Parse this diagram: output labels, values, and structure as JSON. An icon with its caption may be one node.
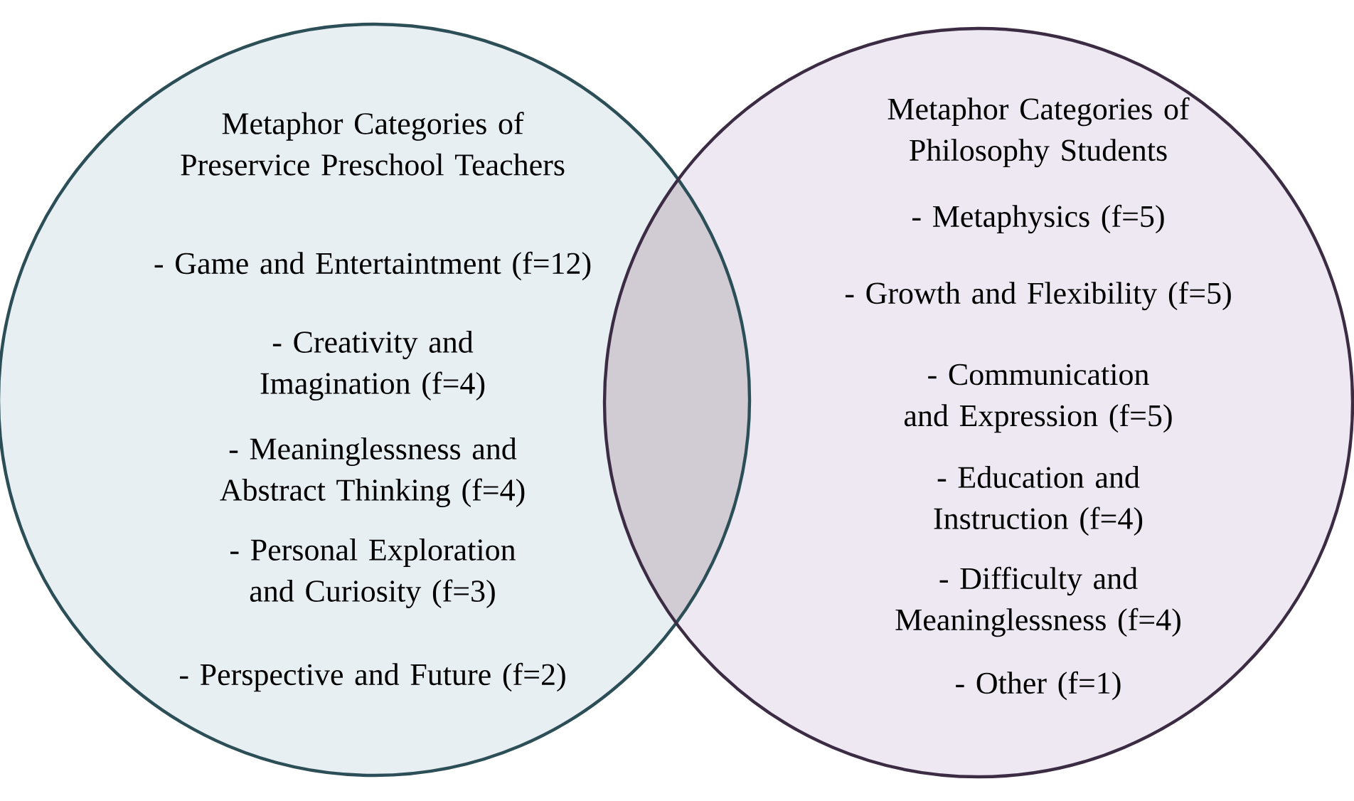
{
  "diagram": {
    "nodes": [
      {
        "text": [
          "Metaphor Categories of Preservice Preschool Teachers",
          "- Game and Entertaintment (f=12)",
          "- Creativity and Imagination (f=4)",
          "- Meaninglessness and Abstract Thinking (f=4)",
          "- Personal Exploration and Curiosity (f=3)",
          "- Perspective and Future (f=2)"
        ]
      },
      {
        "text": [
          "Metaphor Categories of Philosophy Students",
          "- Metaphysics (f=5)",
          "- Growth and Flexibility (f=5)",
          "- Communication and Expression (f=5)",
          "- Education and Instruction (f=4)",
          "- Difficulty and Meaninglessness (f=4)",
          "- Other (f=1)"
        ]
      }
    ]
  }
}
